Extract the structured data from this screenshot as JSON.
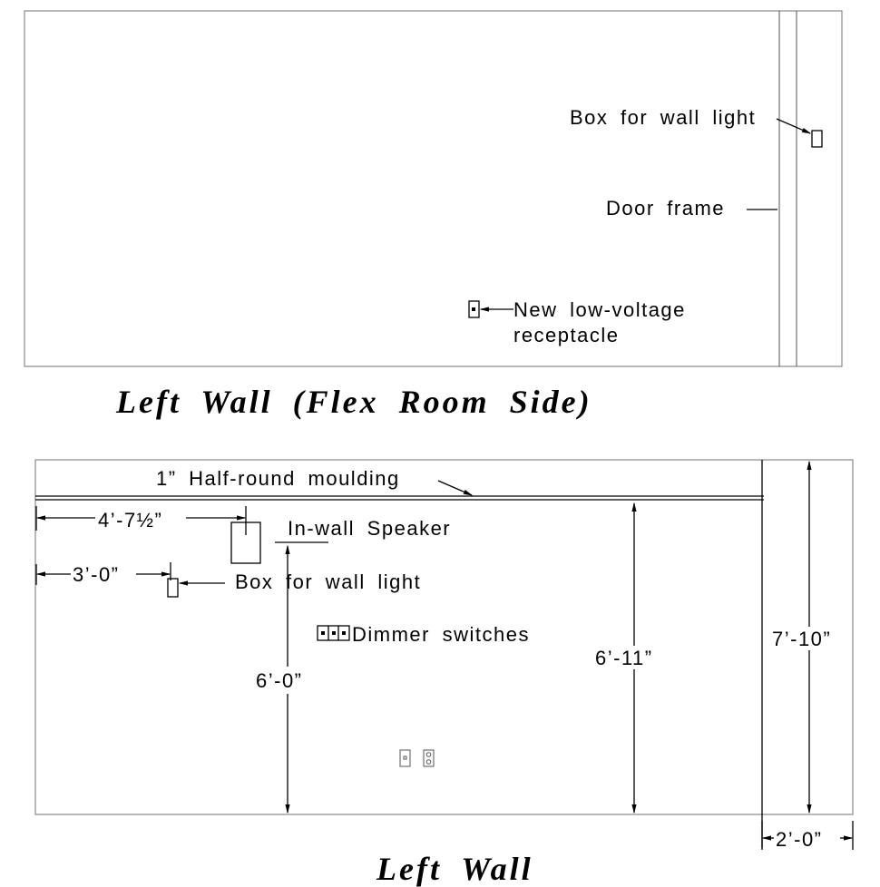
{
  "top_drawing": {
    "title": "Left Wall (Flex Room Side)",
    "labels": {
      "box_wall_light": "Box for wall light",
      "door_frame": "Door frame",
      "receptacle_line1": "New low-voltage",
      "receptacle_line2": "receptacle"
    }
  },
  "bottom_drawing": {
    "title": "Left Wall",
    "labels": {
      "moulding": "1” Half-round moulding",
      "speaker": "In-wall Speaker",
      "box_wall_light": "Box for wall light",
      "dimmer": "Dimmer switches"
    },
    "dimensions": {
      "speaker_offset": "4’-7½”",
      "light_offset": "3’-0”",
      "speaker_height": "6’-0”",
      "moulding_height": "6’-11”",
      "wall_height": "7’-10”",
      "end_width": "2’-0”"
    }
  }
}
